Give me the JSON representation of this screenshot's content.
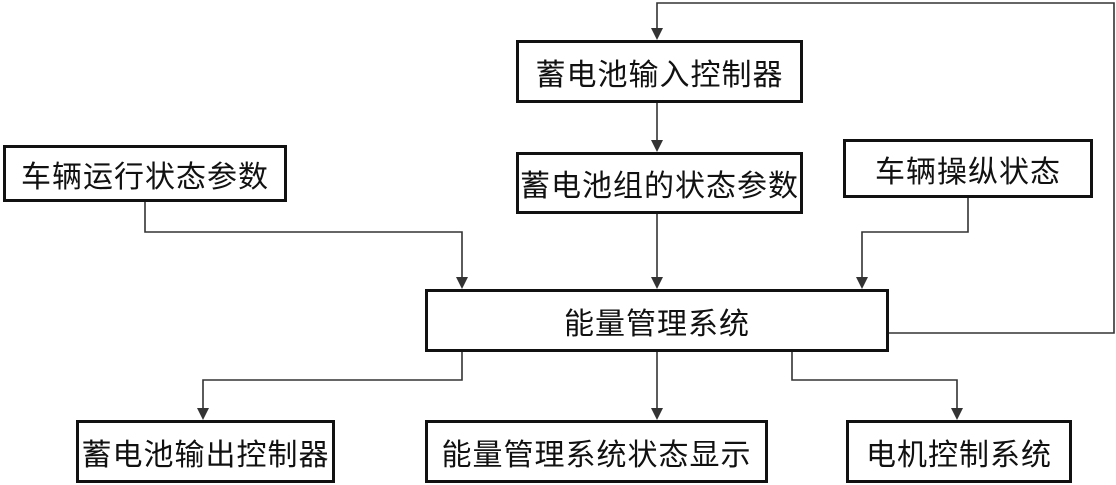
{
  "nodes": {
    "battery_input_controller": "蓄电池输入控制器",
    "battery_pack_state": "蓄电池组的状态参数",
    "vehicle_running_state": "车辆运行状态参数",
    "vehicle_operation_state": "车辆操纵状态",
    "energy_management_system": "能量管理系统",
    "battery_output_controller": "蓄电池输出控制器",
    "ems_state_display": "能量管理系统状态显示",
    "motor_control_system": "电机控制系统"
  }
}
